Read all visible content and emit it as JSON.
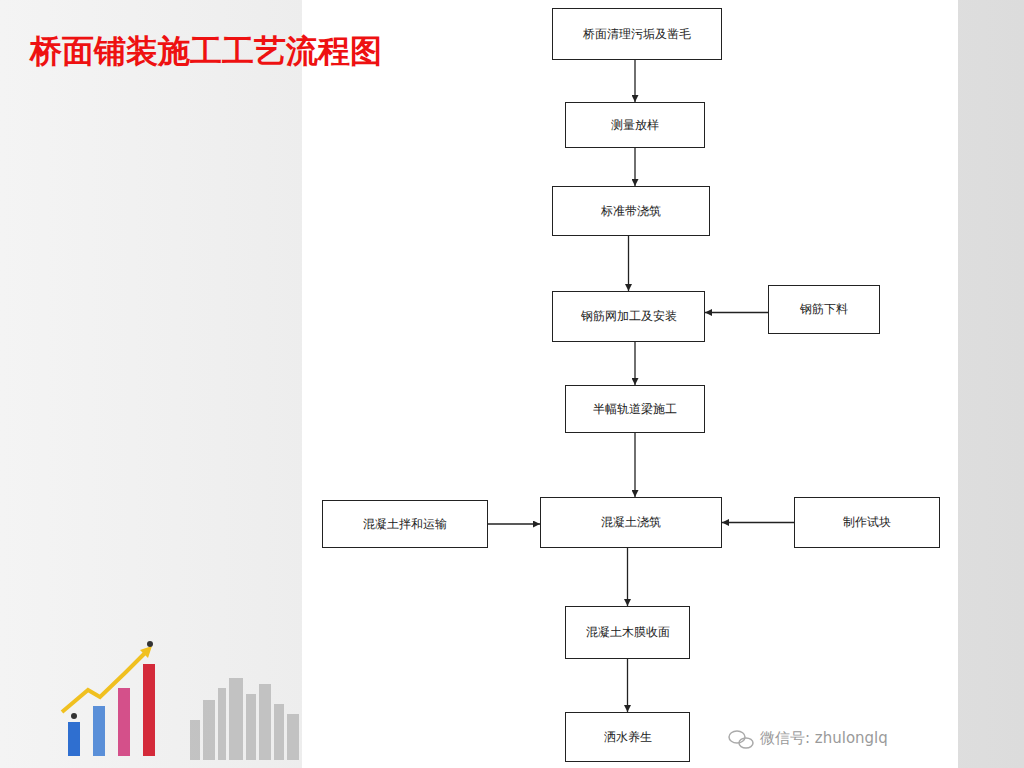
{
  "diagram": {
    "title": "桥面铺装施工工艺流程图",
    "nodes": [
      {
        "text": [
          "桥面清理污垢及凿毛"
        ]
      },
      {
        "text": [
          "测量放样"
        ]
      },
      {
        "text": [
          "标准带浇筑"
        ]
      },
      {
        "text": [
          "钢筋网加工及安装"
        ]
      },
      {
        "text": [
          "钢筋下料"
        ]
      },
      {
        "text": [
          "半幅轨道梁施工"
        ]
      },
      {
        "text": [
          "混凝土拌和运输"
        ]
      },
      {
        "text": [
          "混凝土浇筑"
        ]
      },
      {
        "text": [
          "制作试块"
        ]
      },
      {
        "text": [
          "混凝土木膜收面"
        ]
      },
      {
        "text": [
          "洒水养生"
        ]
      }
    ],
    "edges": [
      {
        "from": 0,
        "to": 1,
        "arrow": "to"
      },
      {
        "from": 1,
        "to": 2,
        "arrow": "to"
      },
      {
        "from": 2,
        "to": 3,
        "arrow": "to"
      },
      {
        "from": 4,
        "to": 3,
        "arrow": "to"
      },
      {
        "from": 3,
        "to": 5,
        "arrow": "to"
      },
      {
        "from": 5,
        "to": 7,
        "arrow": "to"
      },
      {
        "from": 6,
        "to": 7,
        "arrow": "to"
      },
      {
        "from": 8,
        "to": 7,
        "arrow": "to"
      },
      {
        "from": 7,
        "to": 9,
        "arrow": "to"
      },
      {
        "from": 9,
        "to": 10,
        "arrow": "to"
      }
    ],
    "labels": [
      "微信号: zhulonglq"
    ]
  }
}
